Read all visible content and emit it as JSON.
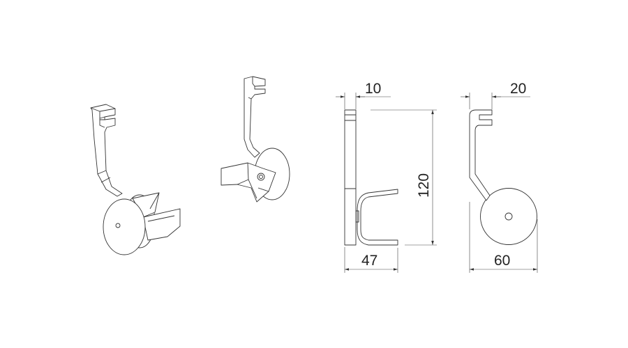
{
  "drawing": {
    "views": [
      "isometric-front",
      "isometric-back",
      "side-view",
      "front-view"
    ],
    "dimensions": {
      "thickness": "10",
      "height": "120",
      "depth": "47",
      "hook_width": "20",
      "disc_diameter": "60"
    },
    "line_color": "#333333",
    "background": "#ffffff"
  }
}
